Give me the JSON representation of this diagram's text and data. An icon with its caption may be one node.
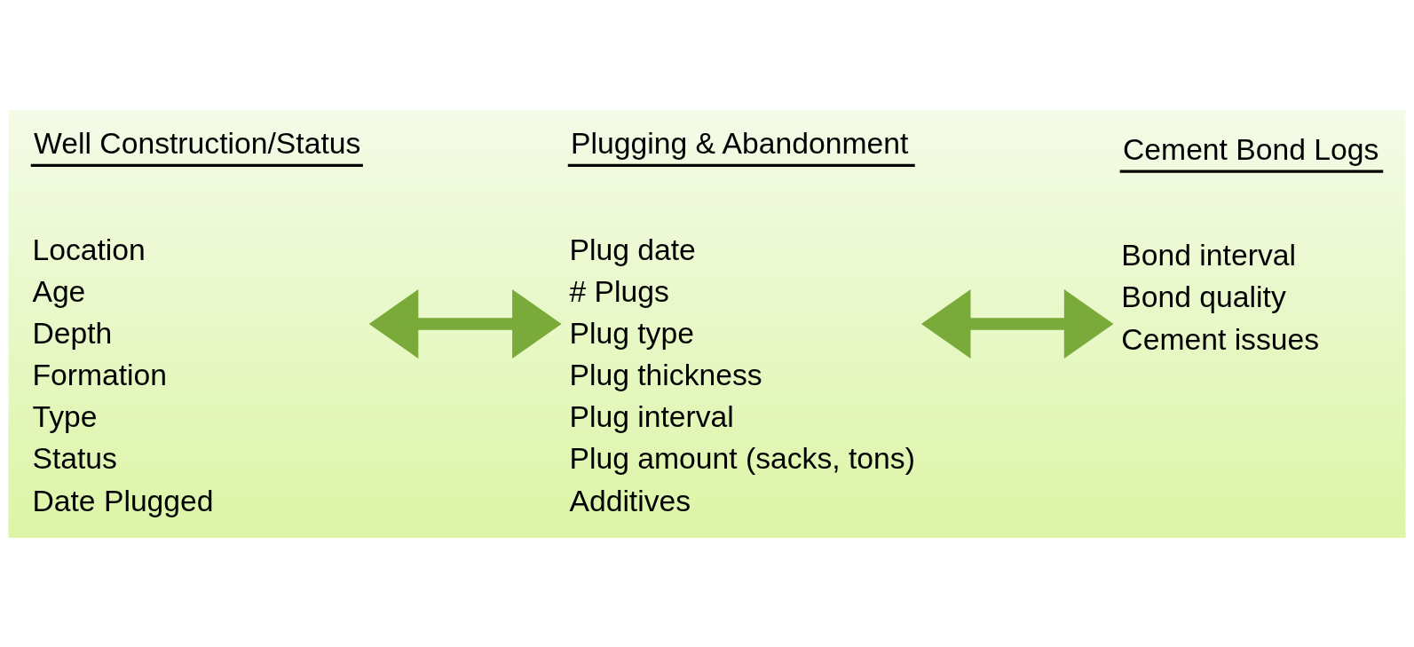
{
  "diagram": {
    "nodes": [
      {
        "text": [
          "Well Construction/Status",
          "Location",
          "Age",
          "Depth",
          "Formation",
          "Type",
          "Status",
          "Date Plugged"
        ]
      },
      {
        "text": [
          "Plugging & Abandonment",
          "Plug date",
          "# Plugs",
          "Plug type",
          "Plug thickness",
          "Plug interval",
          "Plug amount (sacks, tons)",
          "Additives"
        ]
      },
      {
        "text": [
          "Cement Bond Logs",
          "Bond interval",
          "Bond quality",
          "Cement issues"
        ]
      }
    ],
    "edges": [
      {
        "from": 0,
        "to": 1,
        "arrow": "both"
      },
      {
        "from": 1,
        "to": 2,
        "arrow": "both"
      }
    ]
  }
}
